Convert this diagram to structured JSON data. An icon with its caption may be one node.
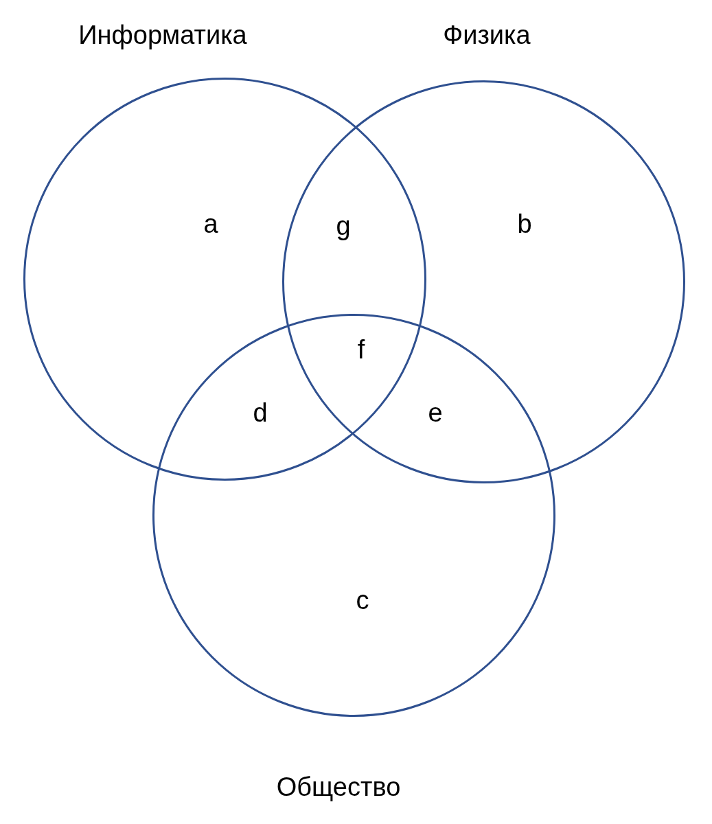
{
  "diagram": {
    "nodes": [
      {
        "text": [
          "Информатика"
        ]
      },
      {
        "text": [
          "Физика"
        ]
      },
      {
        "text": [
          "Общество"
        ]
      }
    ],
    "labels": [
      "a",
      "g",
      "b",
      "f",
      "d",
      "e",
      "c"
    ]
  }
}
